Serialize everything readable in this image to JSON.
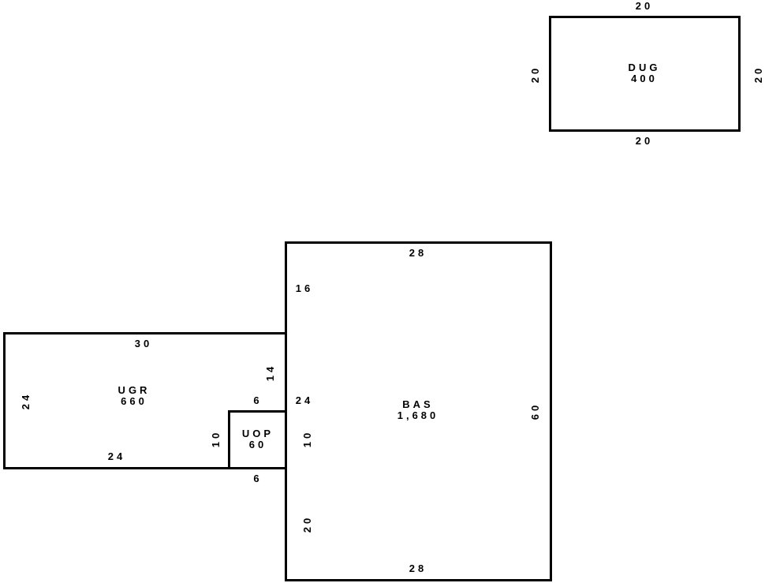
{
  "areas": [
    {
      "code": "DUG",
      "area": "400",
      "dims": {
        "top": "20",
        "bottom": "20",
        "left": "20",
        "right": "20"
      }
    },
    {
      "code": "BAS",
      "area": "1,680",
      "dims": {
        "top": "28",
        "bottom": "28",
        "right": "60",
        "left_upper": "16",
        "left_mid": "24",
        "left_uop": "10",
        "left_lower": "20"
      }
    },
    {
      "code": "UGR",
      "area": "660",
      "dims": {
        "top": "30",
        "left": "24",
        "bottom": "24",
        "right_upper": "14",
        "right_lower": "10"
      }
    },
    {
      "code": "UOP",
      "area": "60",
      "dims": {
        "top": "6",
        "bottom": "6"
      }
    }
  ]
}
